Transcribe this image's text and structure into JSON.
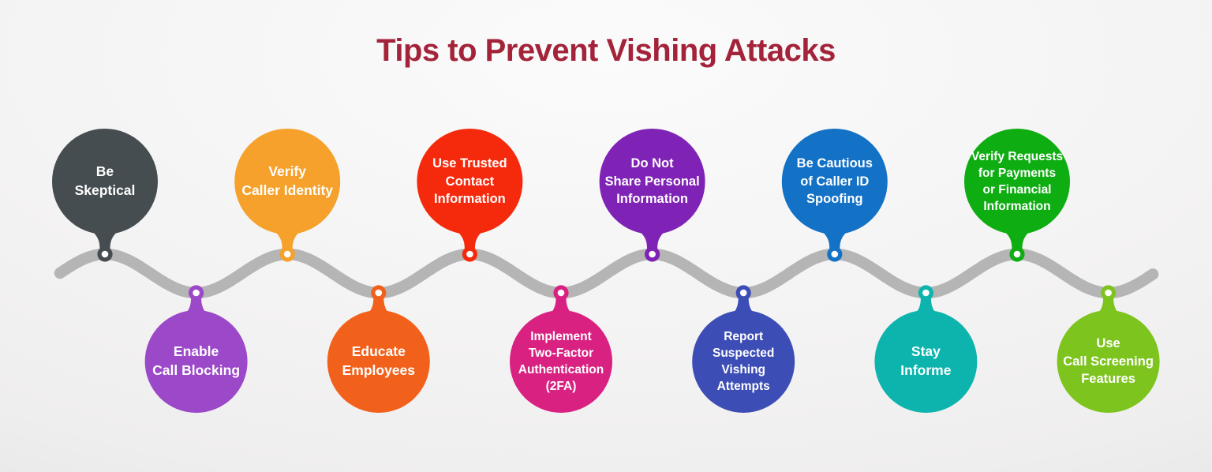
{
  "title": {
    "text": "Tips to Prevent Vishing Attacks",
    "color": "#a3243a"
  },
  "timeline": {
    "line_color": "#b6b5b5"
  },
  "items": [
    {
      "id": "be-skeptical",
      "label": [
        "Be",
        "Skeptical"
      ],
      "color": "#454d50",
      "position": "top"
    },
    {
      "id": "enable-call-blocking",
      "label": [
        "Enable",
        "Call Blocking"
      ],
      "color": "#9b48c9",
      "position": "bottom"
    },
    {
      "id": "verify-caller-identity",
      "label": [
        "Verify",
        "Caller Identity"
      ],
      "color": "#f5a12b",
      "position": "top"
    },
    {
      "id": "educate-employees",
      "label": [
        "Educate",
        "Employees"
      ],
      "color": "#f2611c",
      "position": "bottom"
    },
    {
      "id": "use-trusted-contact-info",
      "label": [
        "Use Trusted",
        "Contact",
        "Information"
      ],
      "color": "#f52a0d",
      "position": "top"
    },
    {
      "id": "implement-two-factor-auth",
      "label": [
        "Implement",
        "Two-Factor",
        "Authentication",
        "(2FA)"
      ],
      "color": "#d92181",
      "position": "bottom"
    },
    {
      "id": "do-not-share-personal-info",
      "label": [
        "Do Not",
        "Share Personal",
        "Information"
      ],
      "color": "#7e23b5",
      "position": "top"
    },
    {
      "id": "report-suspected-vishing",
      "label": [
        "Report",
        "Suspected",
        "Vishing",
        "Attempts"
      ],
      "color": "#3c4db6",
      "position": "bottom"
    },
    {
      "id": "be-cautious-caller-id-spoof",
      "label": [
        "Be Cautious",
        "of Caller ID",
        "Spoofing"
      ],
      "color": "#1371c6",
      "position": "top"
    },
    {
      "id": "stay-informe",
      "label": [
        "Stay",
        "Informe"
      ],
      "color": "#0db4ad",
      "position": "bottom"
    },
    {
      "id": "verify-requests-payments",
      "label": [
        "Verify Requests",
        "for Payments",
        "or Financial",
        "Information"
      ],
      "color": "#0ead12",
      "position": "top"
    },
    {
      "id": "use-call-screening-features",
      "label": [
        "Use",
        "Call Screening",
        "Features"
      ],
      "color": "#7ec41f",
      "position": "bottom"
    }
  ]
}
